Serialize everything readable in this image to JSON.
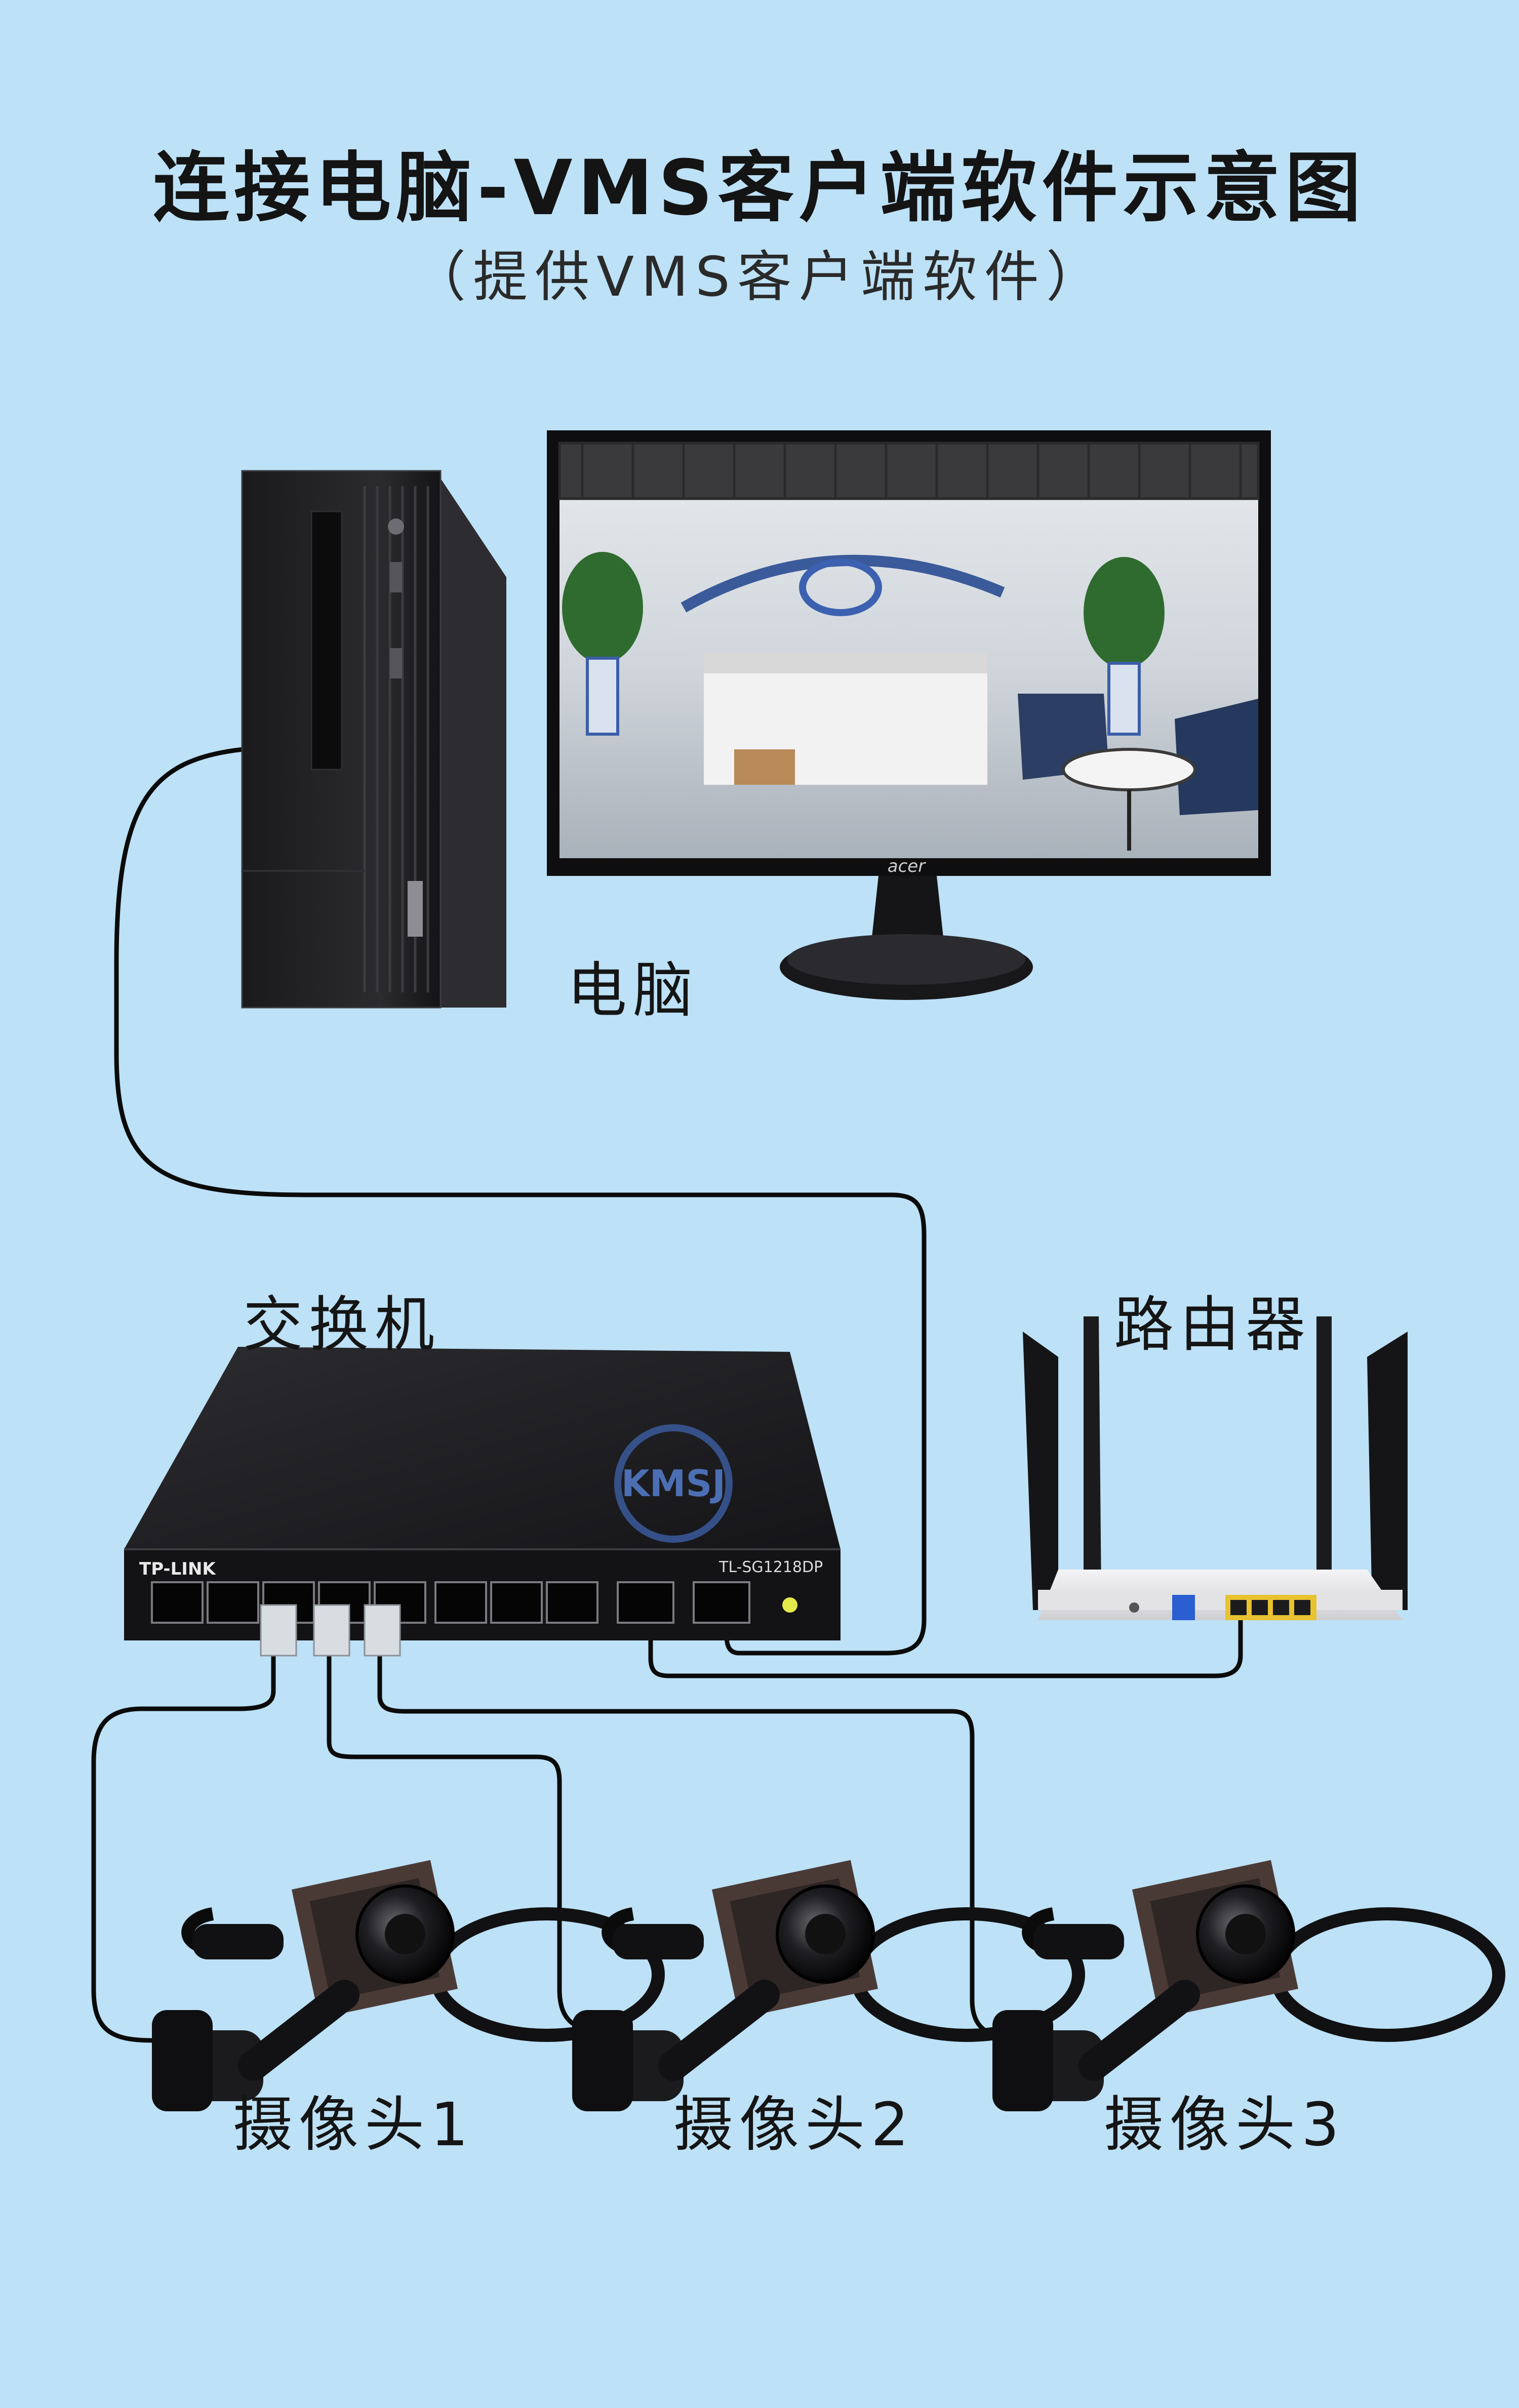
{
  "title": "连接电脑-VMS客户端软件示意图",
  "subtitle": "（提供VMS客户端软件）",
  "labels": {
    "computer": "电脑",
    "switch": "交换机",
    "router": "路由器",
    "camera1": "摄像头1",
    "camera2": "摄像头2",
    "camera3": "摄像头3"
  },
  "devices": {
    "switch_brand": "TP-LINK",
    "switch_model": "TL-SG1218DP",
    "switch_logo": "KMSJ",
    "monitor_brand": "acer"
  },
  "colors": {
    "background": "#bde1f6",
    "device": "#1c1c1e",
    "cable": "#0b0b0b",
    "router_body": "#e9e9eb"
  }
}
